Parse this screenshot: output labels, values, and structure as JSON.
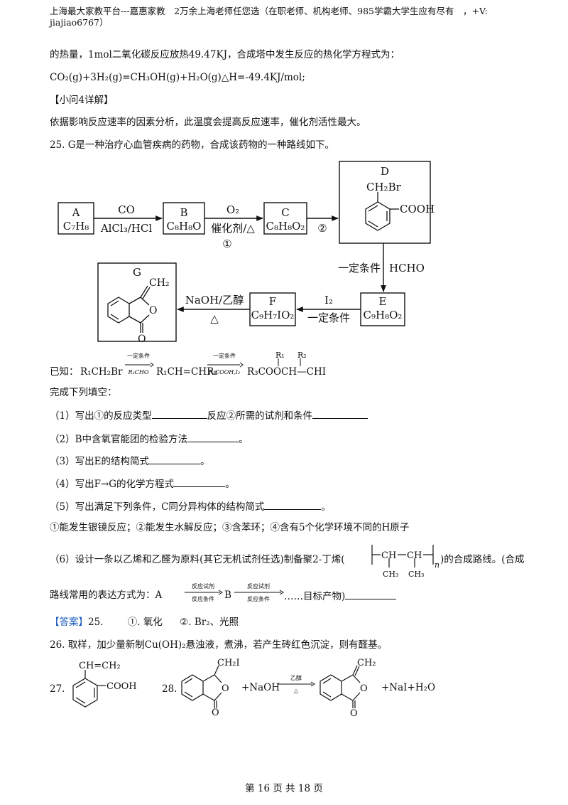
{
  "header": "上海最大家教平台---嘉惠家教　2万余上海老师任您选（在职老师、机构老师、985学霸大学生应有尽有　，+V: jiajiao6767）",
  "intro_line": "的热量，1mol二氧化碳反应放热49.47KJ，合成塔中发生反应的热化学方程式为：",
  "equation": "CO₂(g)+3H₂(g)=CH₃OH(g)+H₂O(g)△H=-49.4KJ/mol;",
  "subq4_title": "【小问4详解】",
  "subq4_text": "依据影响反应速率的因素分析，此温度会提高反应速率，催化剂活性最大。",
  "q25_title": "25. G是一种治疗心血管疾病的药物，合成该药物的一种路线如下。",
  "scheme": {
    "A_label": "A",
    "A_formula": "C₇H₈",
    "B_label": "B",
    "B_formula": "C₈H₈O",
    "C_label": "C",
    "C_formula": "C₈H₈O₂",
    "D_label": "D",
    "D_sub": "CH₂Br",
    "D_group": "COOH",
    "E_label": "E",
    "E_formula": "C₉H₈O₂",
    "F_label": "F",
    "F_formula": "C₉H₇IO₂",
    "G_label": "G",
    "G_sub": "CH₂",
    "G_o1": "O",
    "G_o2": "O",
    "ab_top": "CO",
    "ab_bottom": "AlCl₃/HCl",
    "bc_top": "O₂",
    "bc_bottom": "催化剂/△",
    "bc_step": "①",
    "cd_step": "②",
    "de_left": "一定条件",
    "de_right": "HCHO",
    "ef_top": "I₂",
    "ef_bottom": "一定条件",
    "fg_top": "NaOH/乙醇",
    "fg_bottom": "△"
  },
  "known": {
    "prefix": "已知：",
    "r1": "R₁CH₂Br",
    "a1_top": "一定条件",
    "a1_bottom": "R₂CHO",
    "r2": "R₁CH=CHR₂",
    "a2_top": "一定条件",
    "a2_bottom": "R₃COOH,I₂",
    "r3": "R₃COOCH—CHI",
    "r3_sub1": "R₁",
    "r3_sub2": "R₂"
  },
  "instruction": "完成下列填空：",
  "q1a": "（1）写出①的反应类型",
  "q1b": "反应②所需的试剂和条件",
  "q2": "（2）B中含氧官能团的检验方法",
  "q2_end": "。",
  "q3": "（3）写出E的结构简式",
  "q3_end": "。",
  "q4": "（4）写出F→G的化学方程式",
  "q4_end": "。",
  "q5": "（5）写出满足下列条件，C同分异构体的结构简式",
  "q5_end": "。",
  "q5_conditions": "①能发生银镜反应；②能发生水解反应；③含苯环；④含有5个化学环境不同的H原子",
  "q6_a": "（6）设计一条以乙烯和乙醛为原料(其它无机试剂任选)制备聚2-丁烯(",
  "q6_poly_ch1": "CH",
  "q6_poly_ch2": "CH",
  "q6_poly_me1": "CH₃",
  "q6_poly_me2": "CH₃",
  "q6_poly_n": "n",
  "q6_b": ")的合成路线。(合成",
  "q6_route_a": "路线常用的表达方式为：A",
  "q6_route_arrow_top": "反应试剂",
  "q6_route_arrow_bottom": "反应条件",
  "q6_route_b": "B",
  "q6_route_tail": "……目标产物)",
  "answer": {
    "label": "【答案】",
    "num": "25.",
    "a1": "①. 氧化",
    "a2": "②. Br₂、光照",
    "a26": "26. 取样，加少量新制Cu(OH)₂悬浊液，煮沸，若产生砖红色沉淀，则有醛基。",
    "a27_num": "27.",
    "a27_sub": "CH=CH₂",
    "a27_group": "COOH",
    "a28_num": "28.",
    "a28_sub": "CH₂I",
    "a28_plus": "+NaOH",
    "a28_arrow_top": "乙醇",
    "a28_arrow_bottom": "△",
    "a28_prod_sub": "CH₂",
    "a28_o": "O",
    "a28_tail": "+NaI+H₂O"
  },
  "footer": "第 16 页 共 18 页"
}
